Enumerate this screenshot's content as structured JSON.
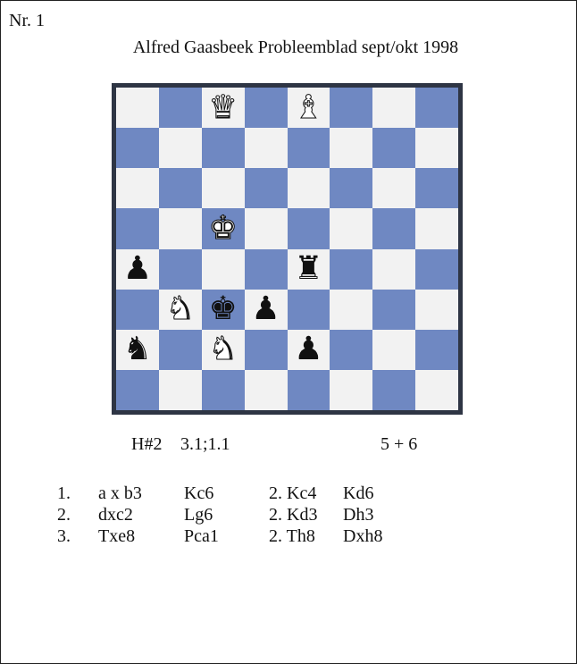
{
  "problem_number": "Nr. 1",
  "title": "Alfred Gaasbeek Probleemblad sept/okt 1998",
  "board": {
    "ranks": [
      [
        "",
        "",
        "wQ",
        "",
        "wB",
        "",
        "",
        ""
      ],
      [
        "",
        "",
        "",
        "",
        "",
        "",
        "",
        ""
      ],
      [
        "",
        "",
        "",
        "",
        "",
        "",
        "",
        ""
      ],
      [
        "",
        "",
        "wK",
        "",
        "",
        "",
        "",
        ""
      ],
      [
        "bP",
        "",
        "",
        "",
        "bR",
        "",
        "",
        ""
      ],
      [
        "",
        "wN",
        "bK",
        "bP",
        "",
        "",
        "",
        ""
      ],
      [
        "bN",
        "",
        "wN",
        "",
        "bP",
        "",
        "",
        ""
      ],
      [
        "",
        "",
        "",
        "",
        "",
        "",
        "",
        ""
      ]
    ],
    "colors": {
      "light": "#f2f2f2",
      "dark": "#6f88c2",
      "frame": "#2e3544"
    }
  },
  "stipulation": {
    "type": "H#2",
    "twins": "3.1;1.1",
    "count": "5 + 6"
  },
  "solutions": [
    {
      "num": "1.",
      "m1": "a x b3",
      "m2": "Kc6",
      "m3": "2. Kc4",
      "m4": "Kd6"
    },
    {
      "num": "2.",
      "m1": "dxc2",
      "m2": "Lg6",
      "m3": "2. Kd3",
      "m4": "Dh3"
    },
    {
      "num": "3.",
      "m1": "Txe8",
      "m2": "Pca1",
      "m3": "2. Th8",
      "m4": "Dxh8"
    }
  ]
}
